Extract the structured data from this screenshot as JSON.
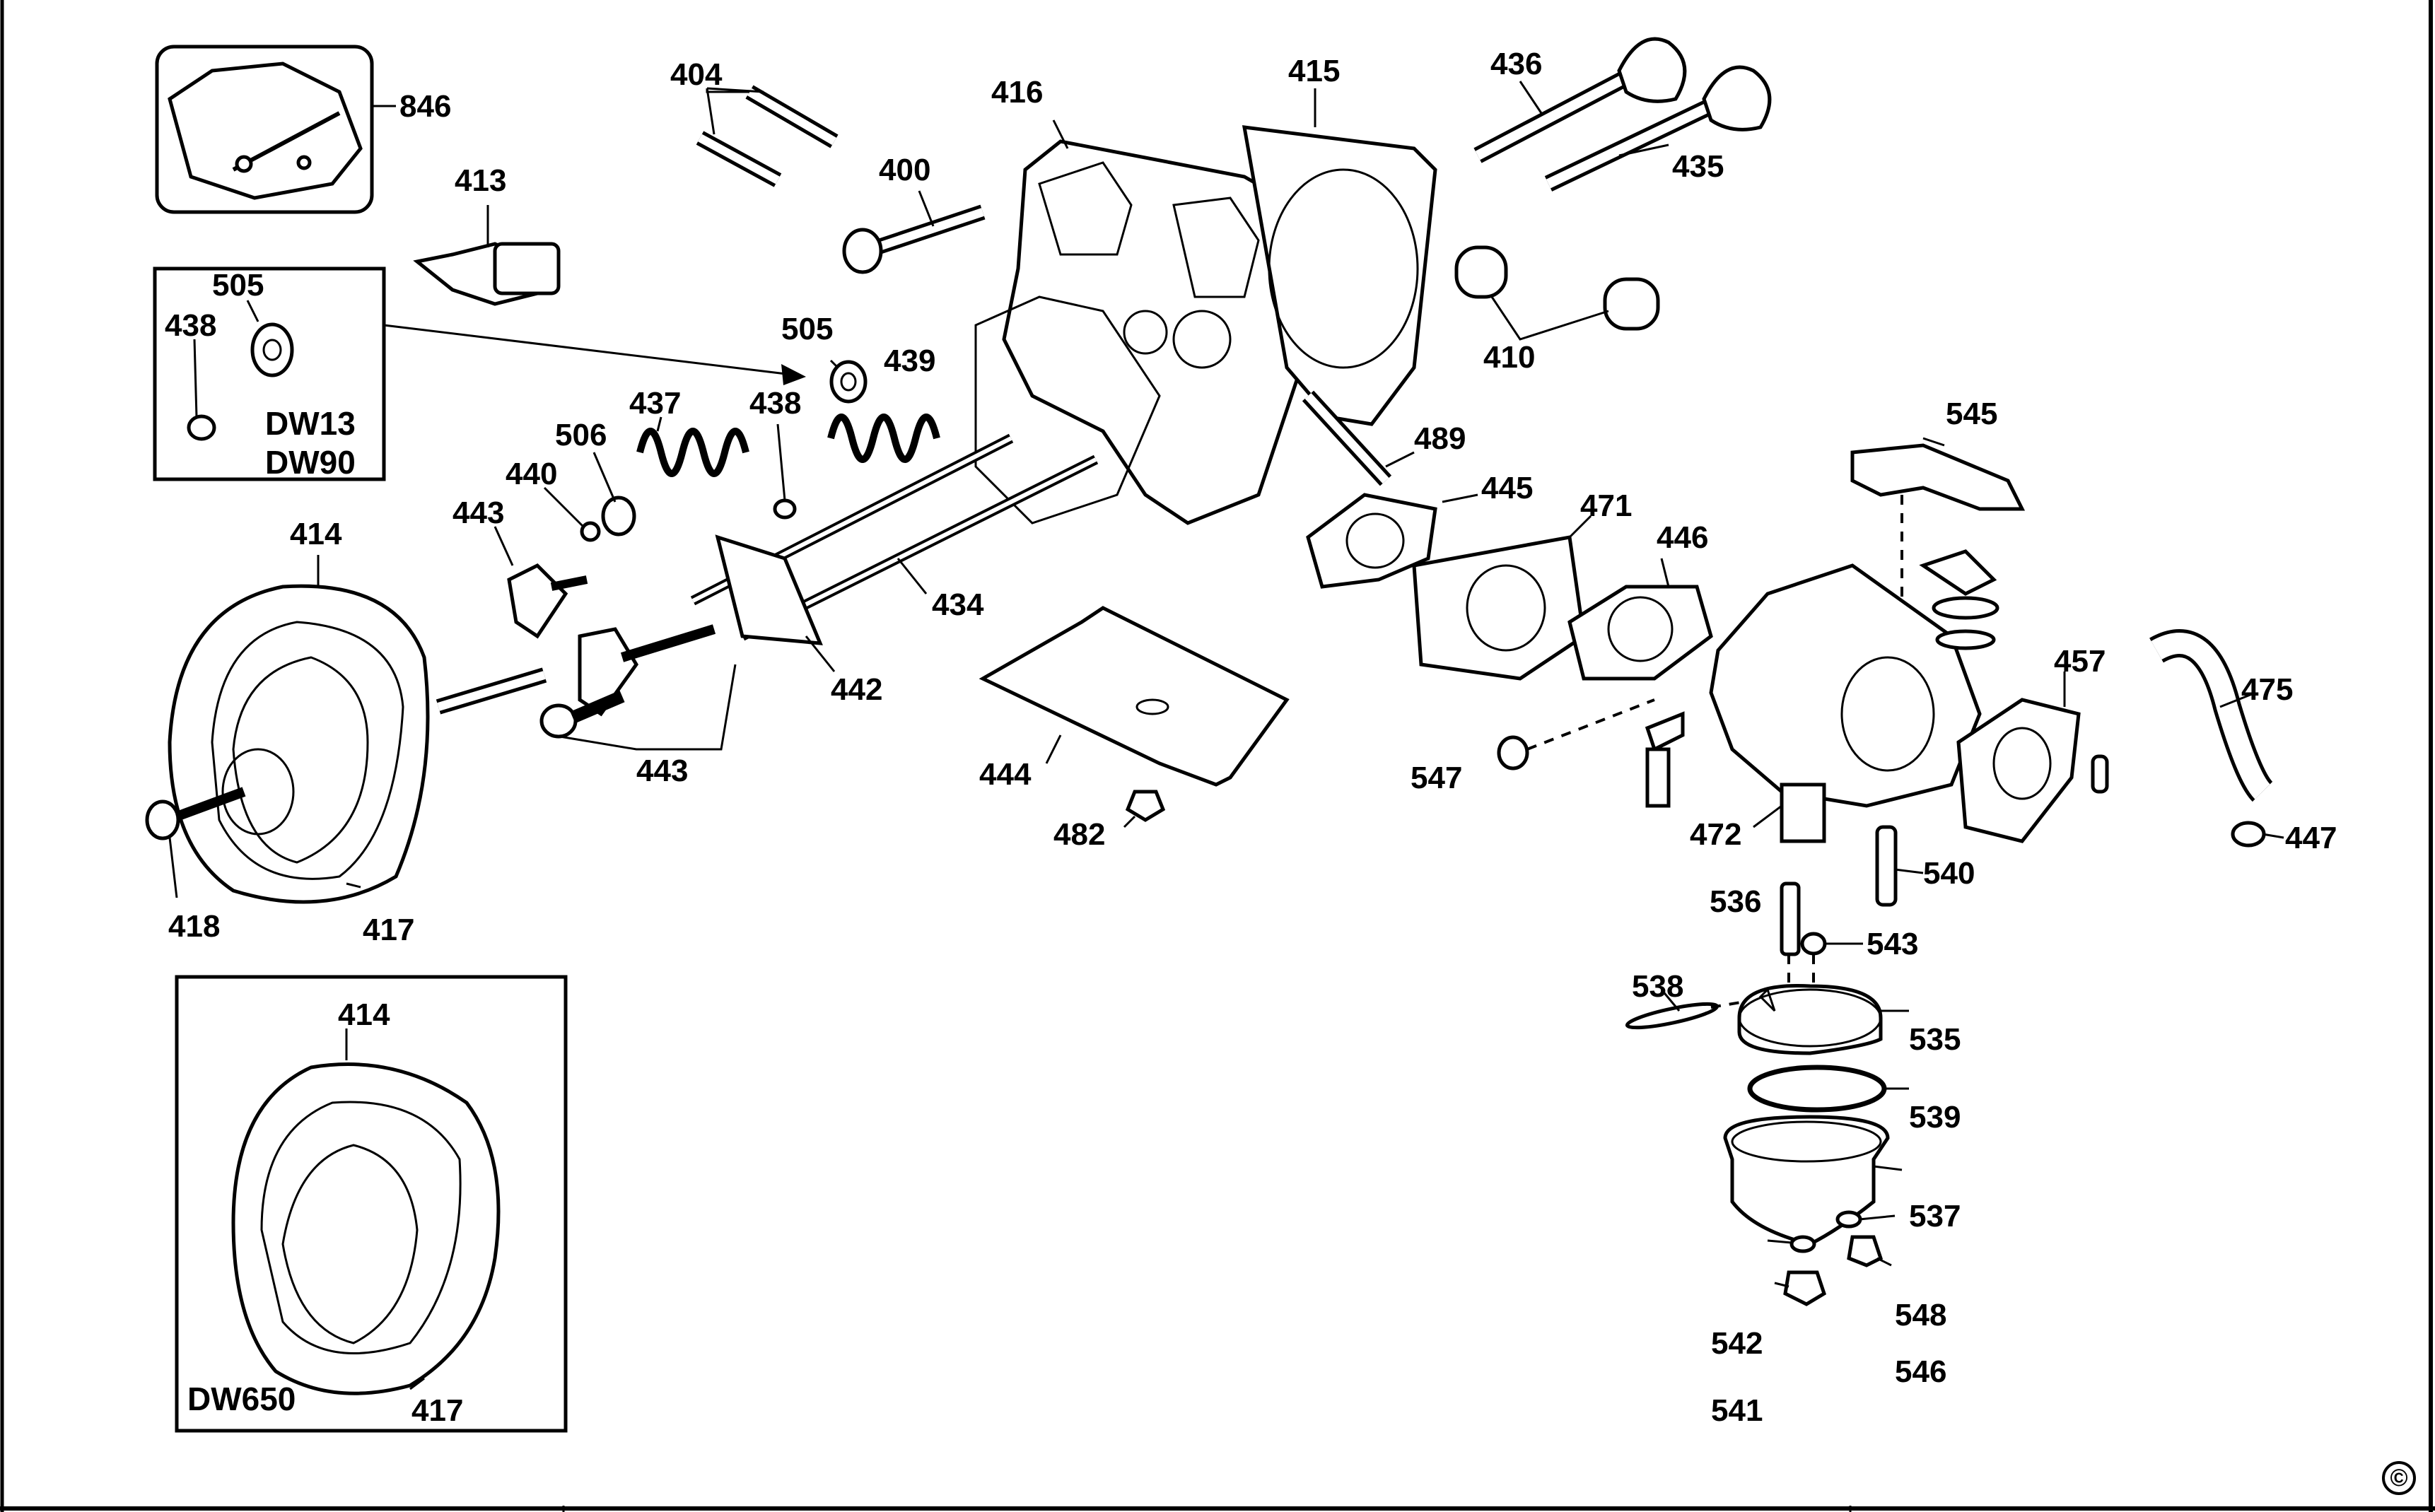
{
  "diagram": {
    "kind": "exploded parts diagram",
    "copyright_symbol": "©",
    "model_labels": {
      "inset_valve": [
        "DW13",
        "DW90"
      ],
      "inset_cover": "DW650"
    },
    "callouts": {
      "c846": "846",
      "c404": "404",
      "c416": "416",
      "c415": "415",
      "c436": "436",
      "c435": "435",
      "c413": "413",
      "c400": "400",
      "c410": "410",
      "c505a": "505",
      "c438a": "438",
      "c505b": "505",
      "c439": "439",
      "c438b": "438",
      "c437": "437",
      "c506": "506",
      "c440": "440",
      "c443a": "443",
      "c443b": "443",
      "c489": "489",
      "c445": "445",
      "c471": "471",
      "c446": "446",
      "c545": "545",
      "c414a": "414",
      "c434": "434",
      "c442": "442",
      "c444": "444",
      "c482": "482",
      "c457": "457",
      "c475": "475",
      "c547": "547",
      "c472": "472",
      "c540": "540",
      "c447": "447",
      "c418": "418",
      "c417a": "417",
      "c536": "536",
      "c543": "543",
      "c538": "538",
      "c535": "535",
      "c539": "539",
      "c537": "537",
      "c548": "548",
      "c542": "542",
      "c546": "546",
      "c541": "541",
      "c414b": "414",
      "c417b": "417"
    }
  }
}
